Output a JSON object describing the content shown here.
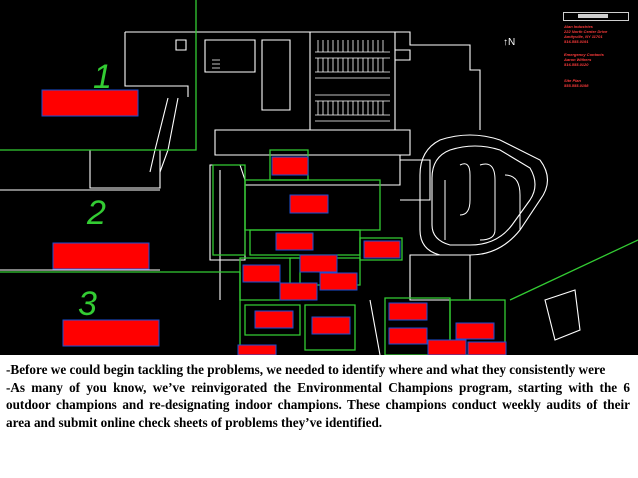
{
  "map": {
    "zone_labels": [
      "1",
      "2",
      "3"
    ],
    "north_label": "N",
    "colors": {
      "background": "#000000",
      "outline": "#ffffff",
      "zone_line": "#33cc33",
      "marker_fill": "#ff0000",
      "marker_border": "#1a4fd6",
      "title_text": "#ff3b3b"
    }
  },
  "title_block": {
    "address_lines": [
      "Alan Industries",
      "222 North Center Drive",
      "Amityville, NY 11701",
      "516.555.0191"
    ],
    "contact_lines": [
      "Emergency Contacts",
      "Aaron Withers",
      "516.555.0120"
    ],
    "extra_lines": [
      "Site Plan",
      "555.555.0198"
    ]
  },
  "caption": {
    "paragraph1": "-Before we could begin tackling the problems, we needed to identify where and what they consistently were",
    "paragraph2": "-As many of you know, we’ve reinvigorated the Environmental Champions program, starting with the 6 outdoor champions and re-designating indoor champions. These champions conduct weekly audits of their area and submit online check sheets of problems they’ve identified."
  }
}
